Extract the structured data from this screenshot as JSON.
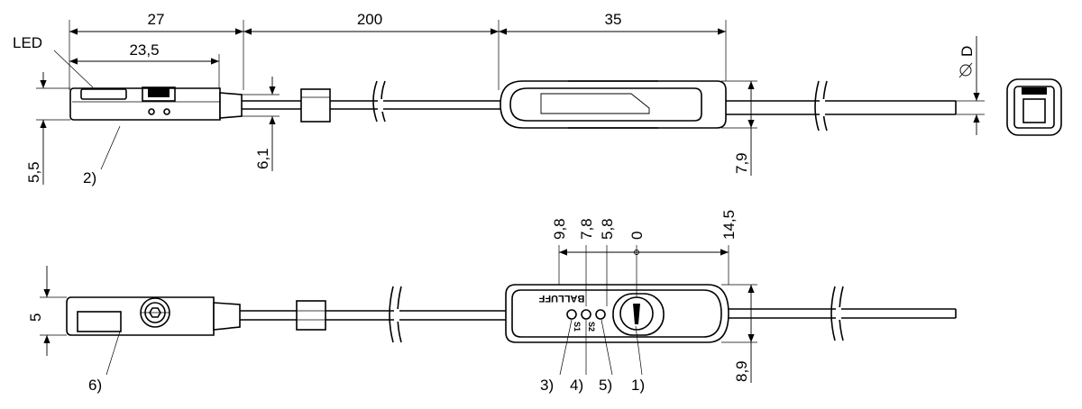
{
  "dimensions": {
    "top_27": "27",
    "top_200": "200",
    "top_35": "35",
    "top_23_5": "23,5",
    "left_5_5": "5,5",
    "h_6_1": "6,1",
    "h_7_9": "7,9",
    "diameter": "D",
    "bot_9_8": "9,8",
    "bot_7_8": "7,8",
    "bot_5_8": "5,8",
    "bot_0": "0",
    "bot_14_5": "14,5",
    "bot_5": "5",
    "bot_8_9": "8,9"
  },
  "labels": {
    "led": "LED",
    "ref_2": "2)",
    "ref_6": "6)",
    "ref_3": "3)",
    "ref_4": "4)",
    "ref_5": "5)",
    "ref_1": "1)"
  },
  "product": {
    "logo": "BALLUFF",
    "marks": [
      "S1",
      "S2"
    ]
  }
}
